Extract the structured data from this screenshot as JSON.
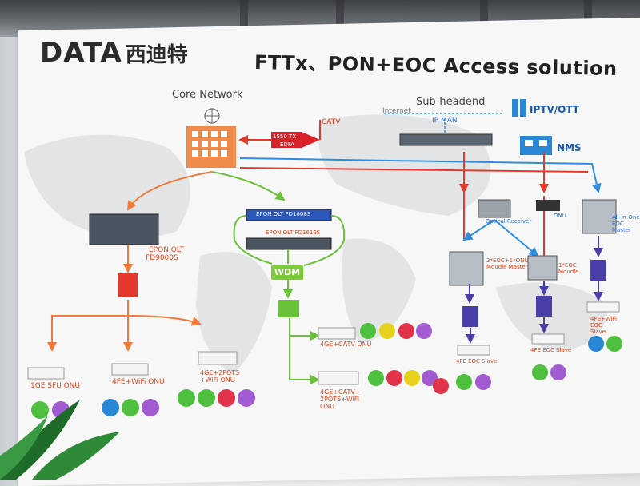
{
  "header": {
    "brand": "DATA",
    "brand_cn": "西迪特",
    "title": "FTTx、PON+EOC Access solution"
  },
  "labels": {
    "core_network": "Core Network",
    "sub_headend": "Sub-headend",
    "internet": "Internet",
    "ip_man": "IP MAN",
    "iptv": "IPTV/OTT",
    "nms": "NMS",
    "catv": "CATV",
    "tx": "1550 TX",
    "edfa": "EDFA",
    "epon_olt_left": "EPON OLT",
    "epon_olt_left_model": "FD9000S",
    "epon_olt_mid_top": "EPON OLT FD1608S",
    "epon_olt_mid_bottom": "EPON OLT FD1616S",
    "wdm": "WDM",
    "optical_receiver": "Optical Receiver",
    "onu": "ONU",
    "eoc_master": "All-in-One EOC Master",
    "moudle_master": "2*EOC+1*ONU Moudle Master",
    "eoc_moudle": "1*EOC Moudle",
    "onu1": "1GE  SFU ONU",
    "onu2": "4FE+WiFi ONU",
    "onu3": "4GE+2POTS +WiFi ONU",
    "onu4": "4GE+CATV ONU",
    "onu5": "4GE+CATV+ 2POTS+WiFi ONU",
    "slave1": "4FE EOC Slave",
    "slave2": "4FE EOC Slave",
    "slave3": "4FE+WiFi EOC Slave"
  },
  "colors": {
    "orange": "#f07a3a",
    "green": "#6cc13a",
    "red": "#e23b2e",
    "blue": "#2f8de0",
    "navy": "#4a3ea8"
  }
}
